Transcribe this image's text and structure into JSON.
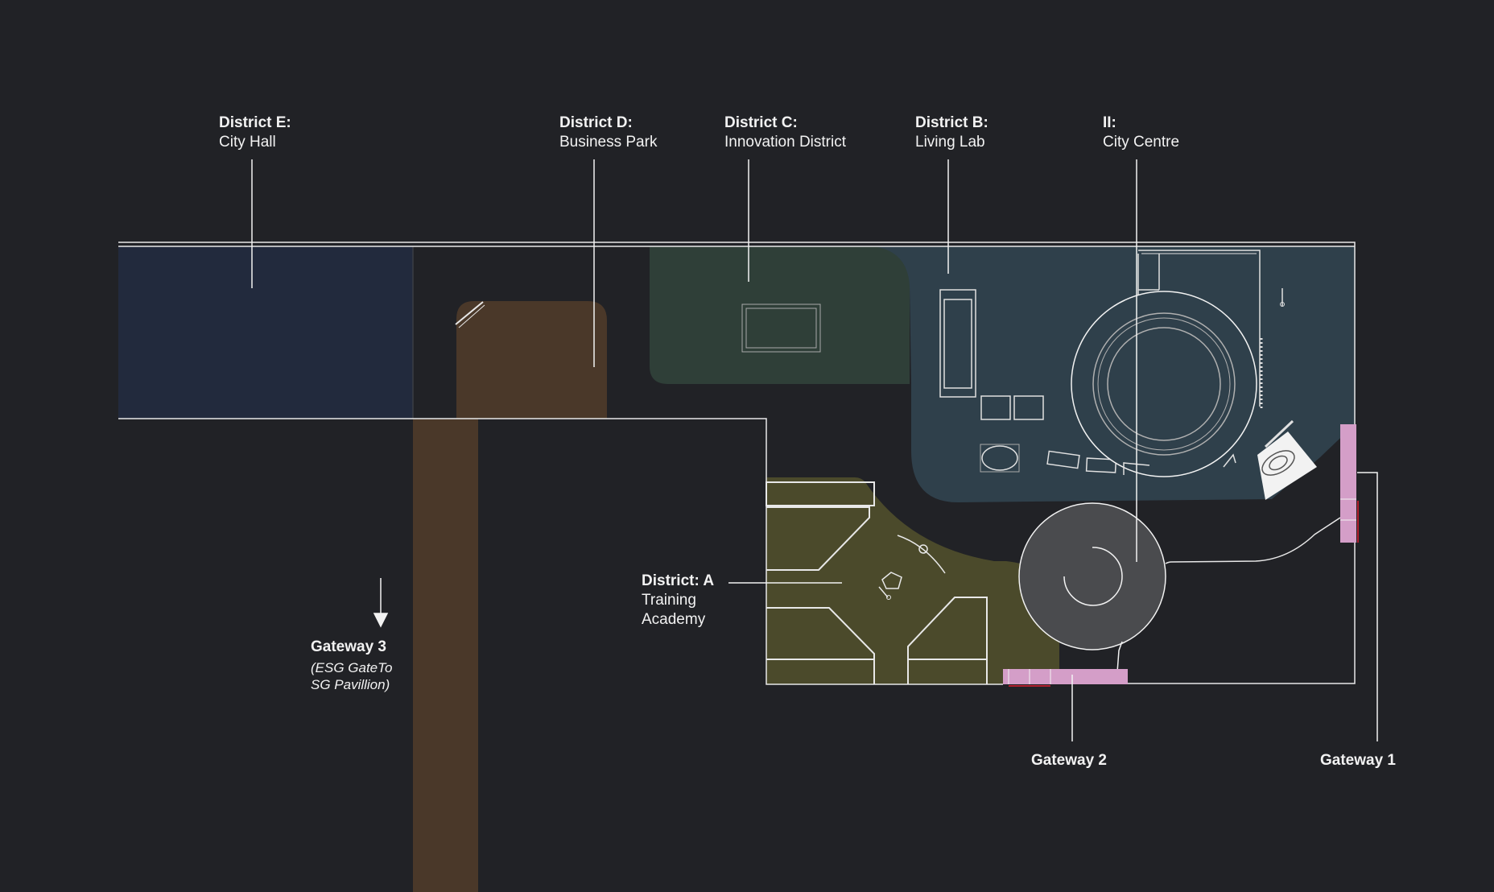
{
  "districts": [
    {
      "id": "e",
      "title": "District E:",
      "subtitle": "City Hall",
      "color": "#222a3d"
    },
    {
      "id": "d",
      "title": "District D:",
      "subtitle": "Business Park",
      "color": "#4a3829"
    },
    {
      "id": "c",
      "title": "District C:",
      "subtitle": "Innovation District",
      "color": "#2f3f38"
    },
    {
      "id": "b",
      "title": "District B:",
      "subtitle": "Living Lab",
      "color": "#2f404b"
    },
    {
      "id": "ii",
      "title": "II:",
      "subtitle": "City Centre",
      "color": "#4a4b4e"
    }
  ],
  "district_a": {
    "title": "District: A",
    "lines": [
      "Training",
      "Academy"
    ],
    "color": "#4b4a2b"
  },
  "gateways": {
    "g1": {
      "label": "Gateway 1",
      "color": "#d49ec8"
    },
    "g2": {
      "label": "Gateway 2",
      "color": "#d49ec8"
    },
    "g3": {
      "label": "Gateway 3",
      "note_lines": [
        "(ESG GateTo",
        "SG Pavillion)"
      ]
    }
  }
}
